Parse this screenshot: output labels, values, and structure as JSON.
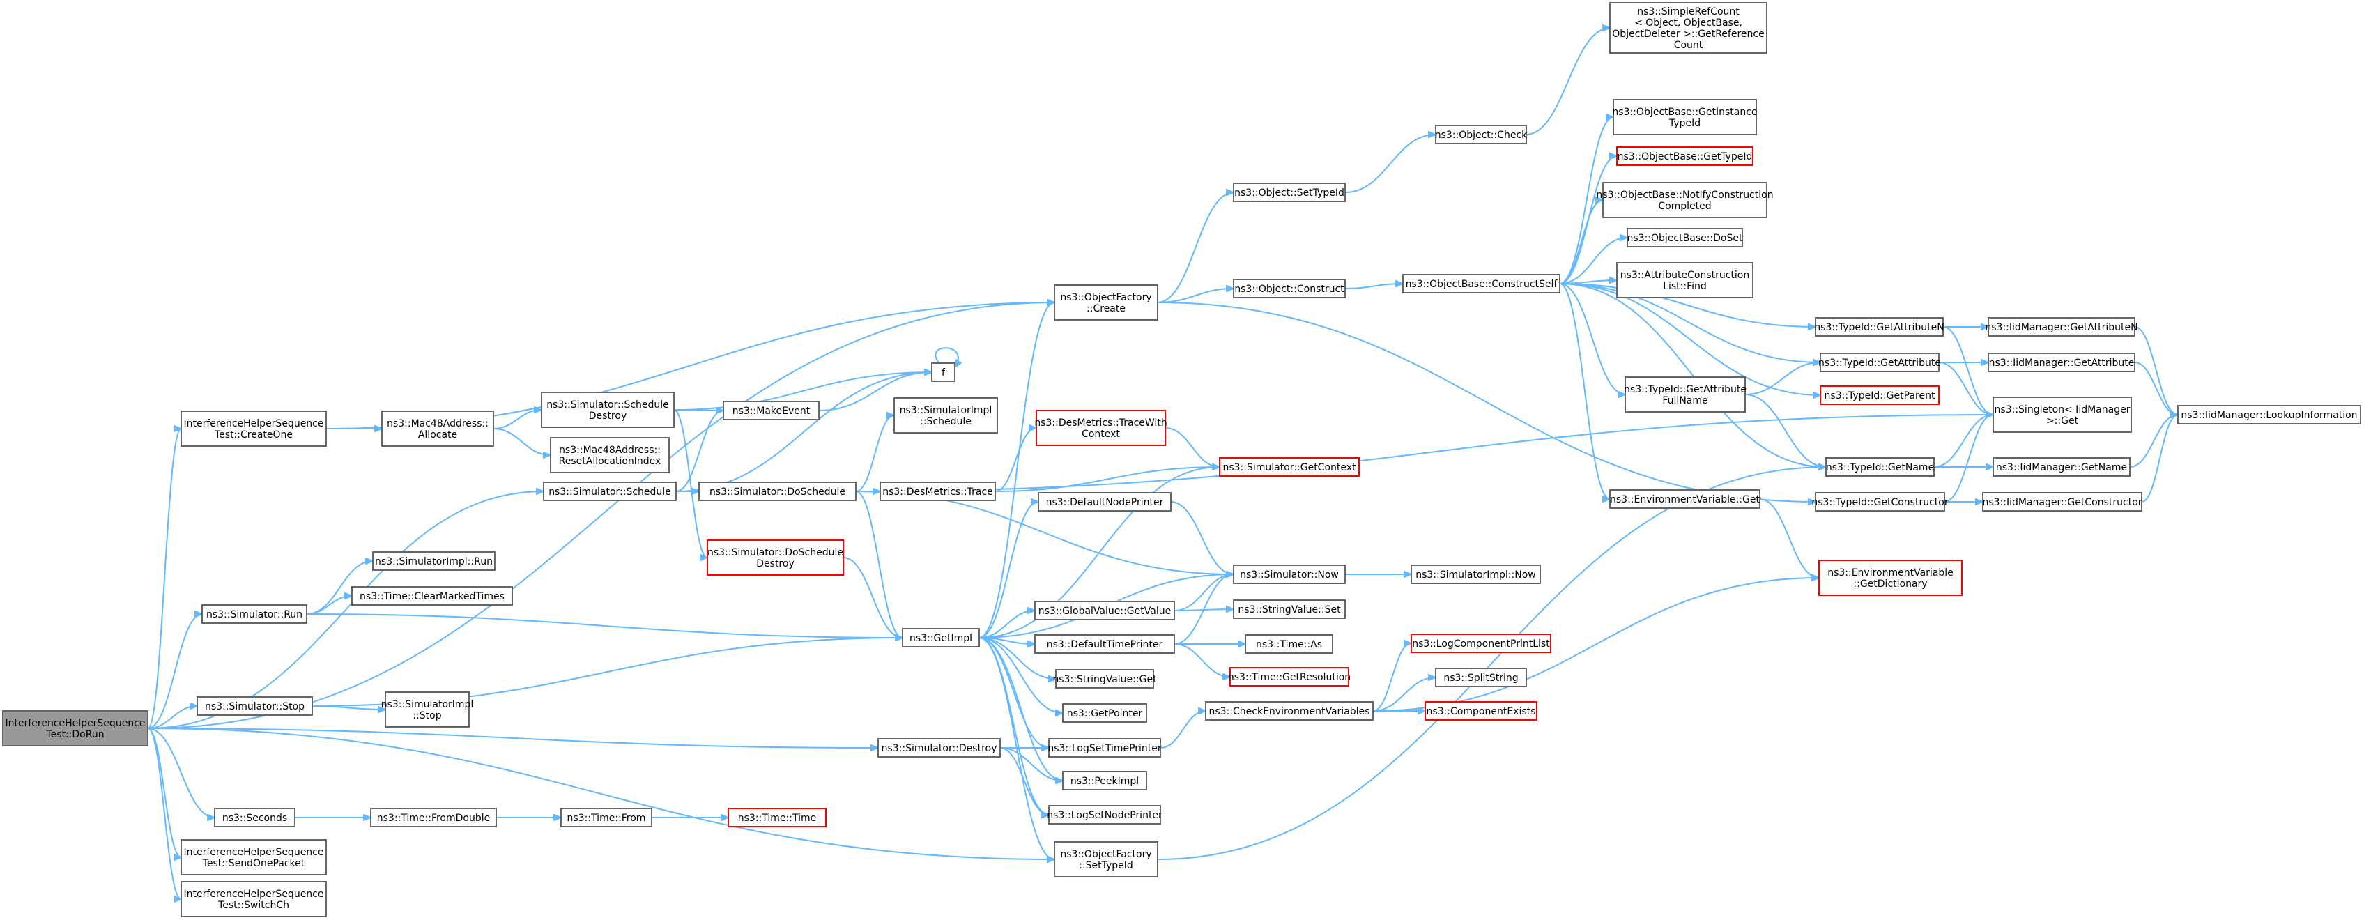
{
  "colors": {
    "edge": "#63b8ff",
    "node_border": "#666666",
    "node_border_undocumented": "#ff0000",
    "root_fill": "#999999",
    "node_fill": "#ffffff",
    "text": "#000000"
  },
  "root": "do_run",
  "nodes": {
    "do_run": {
      "label": [
        "InterferenceHelperSequence",
        "Test::DoRun"
      ],
      "root": true
    },
    "create_one": {
      "label": [
        "InterferenceHelperSequence",
        "Test::CreateOne"
      ]
    },
    "sim_schedule": {
      "label": [
        "ns3::Simulator::Schedule"
      ]
    },
    "sim_run": {
      "label": [
        "ns3::Simulator::Run"
      ]
    },
    "sim_stop": {
      "label": [
        "ns3::Simulator::Stop"
      ]
    },
    "sim_destroy": {
      "label": [
        "ns3::Simulator::Destroy"
      ]
    },
    "seconds": {
      "label": [
        "ns3::Seconds"
      ]
    },
    "send_one_packet": {
      "label": [
        "InterferenceHelperSequence",
        "Test::SendOnePacket"
      ]
    },
    "switch_ch": {
      "label": [
        "InterferenceHelperSequence",
        "Test::SwitchCh"
      ]
    },
    "objfac_create": {
      "label": [
        "ns3::ObjectFactory",
        "::Create"
      ]
    },
    "mac48_allocate": {
      "label": [
        "ns3::Mac48Address::",
        "Allocate"
      ]
    },
    "sched_destroy": {
      "label": [
        "ns3::Simulator::Schedule",
        "Destroy"
      ]
    },
    "mac48_reset": {
      "label": [
        "ns3::Mac48Address::",
        "ResetAllocationIndex"
      ]
    },
    "make_event": {
      "label": [
        "ns3::MakeEvent"
      ]
    },
    "f": {
      "label": [
        "f"
      ]
    },
    "simimpl_schedule": {
      "label": [
        "ns3::SimulatorImpl",
        "::Schedule"
      ]
    },
    "do_schedule": {
      "label": [
        "ns3::Simulator::DoSchedule"
      ]
    },
    "do_sched_destroy": {
      "label": [
        "ns3::Simulator::DoSchedule",
        "Destroy"
      ],
      "undocumented": true
    },
    "desmetrics_trace": {
      "label": [
        "ns3::DesMetrics::Trace"
      ]
    },
    "trace_with_ctx": {
      "label": [
        "ns3::DesMetrics::TraceWith",
        "Context"
      ],
      "undocumented": true
    },
    "get_context": {
      "label": [
        "ns3::Simulator::GetContext"
      ],
      "undocumented": true
    },
    "simimpl_run": {
      "label": [
        "ns3::SimulatorImpl::Run"
      ]
    },
    "clear_marked": {
      "label": [
        "ns3::Time::ClearMarkedTimes"
      ]
    },
    "simimpl_stop": {
      "label": [
        "ns3::SimulatorImpl",
        "::Stop"
      ]
    },
    "get_impl": {
      "label": [
        "ns3::GetImpl"
      ]
    },
    "default_node_printer": {
      "label": [
        "ns3::DefaultNodePrinter"
      ]
    },
    "global_get_value": {
      "label": [
        "ns3::GlobalValue::GetValue"
      ]
    },
    "default_time_printer": {
      "label": [
        "ns3::DefaultTimePrinter"
      ]
    },
    "string_get": {
      "label": [
        "ns3::StringValue::Get"
      ]
    },
    "get_pointer": {
      "label": [
        "ns3::GetPointer"
      ]
    },
    "log_set_time": {
      "label": [
        "ns3::LogSetTimePrinter"
      ]
    },
    "peek_impl": {
      "label": [
        "ns3::PeekImpl"
      ]
    },
    "log_set_node": {
      "label": [
        "ns3::LogSetNodePrinter"
      ]
    },
    "objfac_settype": {
      "label": [
        "ns3::ObjectFactory",
        "::SetTypeId"
      ]
    },
    "time_from_double": {
      "label": [
        "ns3::Time::FromDouble"
      ]
    },
    "time_from": {
      "label": [
        "ns3::Time::From"
      ]
    },
    "time_time": {
      "label": [
        "ns3::Time::Time"
      ],
      "undocumented": true
    },
    "sim_now": {
      "label": [
        "ns3::Simulator::Now"
      ]
    },
    "simimpl_now": {
      "label": [
        "ns3::SimulatorImpl::Now"
      ]
    },
    "string_set": {
      "label": [
        "ns3::StringValue::Set"
      ]
    },
    "time_as": {
      "label": [
        "ns3::Time::As"
      ]
    },
    "get_resolution": {
      "label": [
        "ns3::Time::GetResolution"
      ],
      "undocumented": true
    },
    "check_env": {
      "label": [
        "ns3::CheckEnvironmentVariables"
      ]
    },
    "log_comp_print": {
      "label": [
        "ns3::LogComponentPrintList"
      ],
      "undocumented": true
    },
    "split_string": {
      "label": [
        "ns3::SplitString"
      ]
    },
    "comp_exists": {
      "label": [
        "ns3::ComponentExists"
      ],
      "undocumented": true
    },
    "obj_settypeid": {
      "label": [
        "ns3::Object::SetTypeId"
      ]
    },
    "obj_construct": {
      "label": [
        "ns3::Object::Construct"
      ]
    },
    "obj_check": {
      "label": [
        "ns3::Object::Check"
      ]
    },
    "refcount": {
      "label": [
        "ns3::SimpleRefCount",
        "< Object, ObjectBase,",
        "ObjectDeleter >::GetReference",
        "Count"
      ]
    },
    "construct_self": {
      "label": [
        "ns3::ObjectBase::ConstructSelf"
      ]
    },
    "get_instance_tid": {
      "label": [
        "ns3::ObjectBase::GetInstance",
        "TypeId"
      ]
    },
    "ob_get_tid": {
      "label": [
        "ns3::ObjectBase::GetTypeId"
      ],
      "undocumented": true
    },
    "notify_constr": {
      "label": [
        "ns3::ObjectBase::NotifyConstruction",
        "Completed"
      ]
    },
    "ob_doset": {
      "label": [
        "ns3::ObjectBase::DoSet"
      ]
    },
    "attr_find": {
      "label": [
        "ns3::AttributeConstruction",
        "List::Find"
      ]
    },
    "tid_get_attr_fullname": {
      "label": [
        "ns3::TypeId::GetAttribute",
        "FullName"
      ]
    },
    "env_get": {
      "label": [
        "ns3::EnvironmentVariable::Get"
      ]
    },
    "tid_get_attrn": {
      "label": [
        "ns3::TypeId::GetAttributeN"
      ]
    },
    "tid_get_attr": {
      "label": [
        "ns3::TypeId::GetAttribute"
      ]
    },
    "tid_get_parent": {
      "label": [
        "ns3::TypeId::GetParent"
      ],
      "undocumented": true
    },
    "tid_get_name": {
      "label": [
        "ns3::TypeId::GetName"
      ]
    },
    "tid_get_constructor": {
      "label": [
        "ns3::TypeId::GetConstructor"
      ]
    },
    "env_get_dict": {
      "label": [
        "ns3::EnvironmentVariable",
        "::GetDictionary"
      ],
      "undocumented": true
    },
    "iid_get_attrn": {
      "label": [
        "ns3::IidManager::GetAttributeN"
      ]
    },
    "iid_get_attr": {
      "label": [
        "ns3::IidManager::GetAttribute"
      ]
    },
    "singleton_get": {
      "label": [
        "ns3::Singleton< IidManager",
        " >::Get"
      ]
    },
    "iid_get_name": {
      "label": [
        "ns3::IidManager::GetName"
      ]
    },
    "iid_get_constructor": {
      "label": [
        "ns3::IidManager::GetConstructor"
      ]
    },
    "iid_lookup": {
      "label": [
        "ns3::IidManager::LookupInformation"
      ]
    }
  },
  "edges": [
    [
      "do_run",
      "create_one"
    ],
    [
      "do_run",
      "objfac_create"
    ],
    [
      "do_run",
      "sim_schedule"
    ],
    [
      "do_run",
      "sim_run"
    ],
    [
      "do_run",
      "sim_stop"
    ],
    [
      "do_run",
      "sim_destroy"
    ],
    [
      "do_run",
      "seconds"
    ],
    [
      "do_run",
      "send_one_packet"
    ],
    [
      "do_run",
      "switch_ch"
    ],
    [
      "do_run",
      "objfac_settype"
    ],
    [
      "create_one",
      "objfac_create"
    ],
    [
      "create_one",
      "mac48_allocate"
    ],
    [
      "mac48_allocate",
      "sched_destroy"
    ],
    [
      "mac48_allocate",
      "mac48_reset"
    ],
    [
      "sched_destroy",
      "make_event"
    ],
    [
      "sched_destroy",
      "f"
    ],
    [
      "sched_destroy",
      "do_sched_destroy"
    ],
    [
      "make_event",
      "f"
    ],
    [
      "f",
      "f"
    ],
    [
      "sim_schedule",
      "make_event"
    ],
    [
      "sim_schedule",
      "f"
    ],
    [
      "sim_schedule",
      "do_schedule"
    ],
    [
      "do_schedule",
      "simimpl_schedule"
    ],
    [
      "do_schedule",
      "desmetrics_trace"
    ],
    [
      "do_schedule",
      "get_impl"
    ],
    [
      "do_schedule",
      "sim_now"
    ],
    [
      "do_schedule",
      "singleton_get"
    ],
    [
      "desmetrics_trace",
      "trace_with_ctx"
    ],
    [
      "desmetrics_trace",
      "get_context"
    ],
    [
      "trace_with_ctx",
      "get_context"
    ],
    [
      "do_sched_destroy",
      "get_impl"
    ],
    [
      "sim_run",
      "simimpl_run"
    ],
    [
      "sim_run",
      "clear_marked"
    ],
    [
      "sim_run",
      "get_impl"
    ],
    [
      "sim_stop",
      "simimpl_stop"
    ],
    [
      "sim_stop",
      "get_impl"
    ],
    [
      "sim_destroy",
      "log_set_time"
    ],
    [
      "sim_destroy",
      "peek_impl"
    ],
    [
      "sim_destroy",
      "log_set_node"
    ],
    [
      "seconds",
      "time_from_double"
    ],
    [
      "time_from_double",
      "time_from"
    ],
    [
      "time_from",
      "time_time"
    ],
    [
      "get_impl",
      "objfac_create"
    ],
    [
      "get_impl",
      "get_context"
    ],
    [
      "get_impl",
      "default_node_printer"
    ],
    [
      "get_impl",
      "global_get_value"
    ],
    [
      "get_impl",
      "default_time_printer"
    ],
    [
      "get_impl",
      "string_get"
    ],
    [
      "get_impl",
      "get_pointer"
    ],
    [
      "get_impl",
      "log_set_time"
    ],
    [
      "get_impl",
      "peek_impl"
    ],
    [
      "get_impl",
      "log_set_node"
    ],
    [
      "get_impl",
      "objfac_settype"
    ],
    [
      "get_impl",
      "sim_now"
    ],
    [
      "default_node_printer",
      "sim_now"
    ],
    [
      "global_get_value",
      "string_set"
    ],
    [
      "global_get_value",
      "sim_now"
    ],
    [
      "default_time_printer",
      "sim_now"
    ],
    [
      "default_time_printer",
      "time_as"
    ],
    [
      "default_time_printer",
      "get_resolution"
    ],
    [
      "sim_now",
      "simimpl_now"
    ],
    [
      "log_set_time",
      "check_env"
    ],
    [
      "check_env",
      "log_comp_print"
    ],
    [
      "check_env",
      "split_string"
    ],
    [
      "check_env",
      "comp_exists"
    ],
    [
      "check_env",
      "env_get_dict"
    ],
    [
      "objfac_settype",
      "tid_get_name"
    ],
    [
      "objfac_create",
      "obj_settypeid"
    ],
    [
      "objfac_create",
      "obj_construct"
    ],
    [
      "obj_settypeid",
      "obj_check"
    ],
    [
      "obj_check",
      "refcount"
    ],
    [
      "obj_construct",
      "construct_self"
    ],
    [
      "construct_self",
      "get_instance_tid"
    ],
    [
      "construct_self",
      "ob_get_tid"
    ],
    [
      "construct_self",
      "notify_constr"
    ],
    [
      "construct_self",
      "ob_doset"
    ],
    [
      "construct_self",
      "attr_find"
    ],
    [
      "construct_self",
      "tid_get_attr_fullname"
    ],
    [
      "construct_self",
      "env_get"
    ],
    [
      "construct_self",
      "tid_get_attrn"
    ],
    [
      "construct_self",
      "tid_get_attr"
    ],
    [
      "construct_self",
      "tid_get_parent"
    ],
    [
      "construct_self",
      "tid_get_name"
    ],
    [
      "tid_get_attr_fullname",
      "tid_get_attr"
    ],
    [
      "tid_get_attr_fullname",
      "tid_get_name"
    ],
    [
      "env_get",
      "env_get_dict"
    ],
    [
      "tid_get_attrn",
      "iid_get_attrn"
    ],
    [
      "tid_get_attrn",
      "singleton_get"
    ],
    [
      "tid_get_attr",
      "iid_get_attr"
    ],
    [
      "tid_get_attr",
      "singleton_get"
    ],
    [
      "tid_get_name",
      "iid_get_name"
    ],
    [
      "tid_get_name",
      "singleton_get"
    ],
    [
      "tid_get_constructor",
      "iid_get_constructor"
    ],
    [
      "tid_get_constructor",
      "singleton_get"
    ],
    [
      "iid_get_attrn",
      "iid_lookup"
    ],
    [
      "iid_get_attr",
      "iid_lookup"
    ],
    [
      "iid_get_name",
      "iid_lookup"
    ],
    [
      "iid_get_constructor",
      "iid_lookup"
    ],
    [
      "objfac_create",
      "tid_get_constructor"
    ]
  ]
}
